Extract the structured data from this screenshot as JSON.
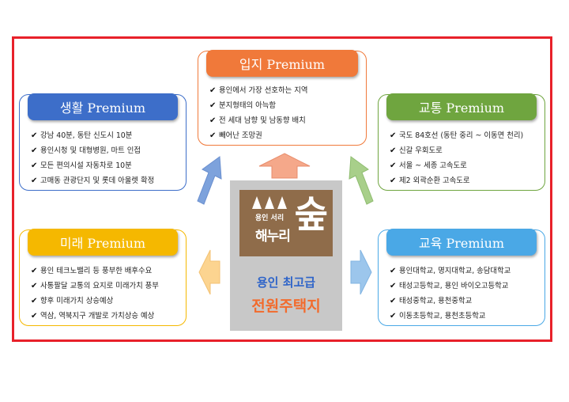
{
  "center": {
    "logo_sub": "용인 서리",
    "logo_main": "해누리",
    "logo_glyph": "숲",
    "line1": "용인 최고급",
    "line2": "전원주택지"
  },
  "boxes": {
    "location": {
      "title": "입지 Premium",
      "color": "#f0793a",
      "items": [
        "용인에서 가장 선호하는 지역",
        "분지형태의 아늑함",
        "전 세대 남향 및 남동향 배치",
        "빼어난 조망권"
      ]
    },
    "living": {
      "title": "생활 Premium",
      "color": "#3d6ec9",
      "items": [
        "강남 40분, 동탄 신도시 10분",
        "용인시청 및 대형병원, 마트 인접",
        "모든 편의시설 자동차로 10분",
        "고매동 관광단지 및 롯데 아울렛 확정"
      ]
    },
    "transport": {
      "title": "교통 Premium",
      "color": "#6fa53f",
      "items": [
        "국도 84호선 (동탄 중리 ~ 이동면 천리)",
        "신갈 우회도로",
        "서울 ~ 세종 고속도로",
        "제2 외곽순환 고속도로"
      ]
    },
    "future": {
      "title": "미래 Premium",
      "color": "#f5b800",
      "items": [
        "용인 테크노밸리 등 풍부한 배후수요",
        "사통팔달 교통의 요지로 미래가치 풍부",
        "향후 미래가치 상승예상",
        "역삼, 역북지구 개발로 가치상승 예상"
      ]
    },
    "education": {
      "title": "교육 Premium",
      "color": "#4aa8e6",
      "items": [
        "용인대학교, 명지대학교, 송담대학교",
        "태성고등학교, 용인 바이오고등학교",
        "태성중학교, 용천중학교",
        "이동초등학교, 용천초등학교"
      ]
    }
  },
  "check_glyph": "✔"
}
